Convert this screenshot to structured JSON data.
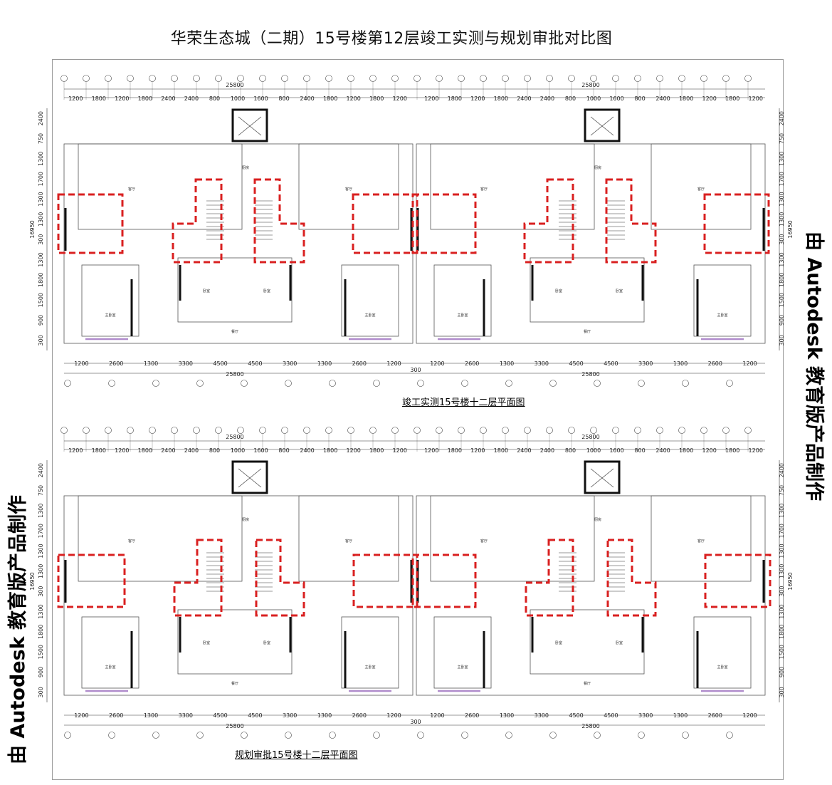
{
  "title": "华荣生态城（二期）15号楼第12层竣工实测与规划审批对比图",
  "watermark": "由 Autodesk 教育版产品制作",
  "captions": {
    "top": "竣工实测15号楼十二层平面图",
    "bottom": "规划审批15号楼十二层平面图"
  },
  "dims": {
    "top_row": [
      "1200",
      "1800",
      "1200",
      "1800",
      "2400",
      "2400",
      "800",
      "1000",
      "1600",
      "800",
      "2400",
      "1800",
      "1200",
      "1800",
      "1200"
    ],
    "bottom_row": [
      "1200",
      "2600",
      "1300",
      "3300",
      "4500",
      "4500",
      "3300",
      "1300",
      "2600",
      "1200"
    ],
    "total": "25800",
    "gap": "300"
  },
  "side_dims": [
    "2400",
    "750",
    "1300",
    "1700",
    "1300",
    "1300",
    "300",
    "1300",
    "1800",
    "1500",
    "900",
    "300"
  ],
  "side_total": "16950",
  "room_labels": {
    "living": "客厅",
    "dining": "餐厅",
    "bedroom": "卧室",
    "master": "主卧室",
    "kitchen": "厨房"
  },
  "colors": {
    "highlight": "#d92020",
    "wall": "#111111",
    "line": "#555555",
    "window": "#b08ccc"
  }
}
